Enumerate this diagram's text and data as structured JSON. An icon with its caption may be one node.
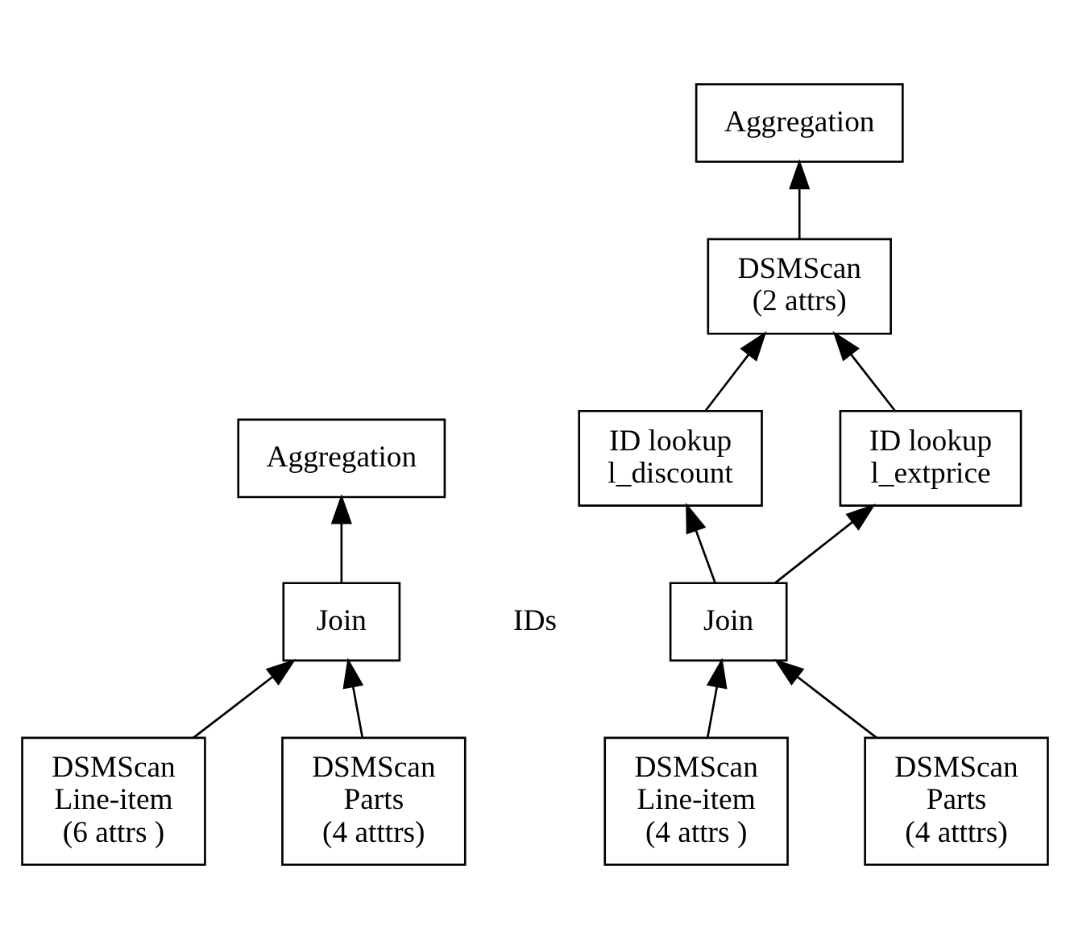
{
  "diagram": {
    "nodes": [
      {
        "text": [
          "Aggregation"
        ]
      },
      {
        "text": [
          "DSMScan",
          "(2 attrs)"
        ]
      },
      {
        "text": [
          "ID lookup",
          "l_extprice"
        ]
      },
      {
        "text": [
          "ID lookup",
          "l_discount"
        ]
      },
      {
        "text": [
          "Aggregation"
        ]
      },
      {
        "text": [
          "Join"
        ]
      },
      {
        "text": [
          "Join"
        ]
      },
      {
        "text": [
          "DSMScan",
          "Line-item",
          "(6 attrs )"
        ]
      },
      {
        "text": [
          "DSMScan",
          "Parts",
          "(4 atttrs)"
        ]
      },
      {
        "text": [
          "DSMScan",
          "Line-item",
          "(4 attrs )"
        ]
      },
      {
        "text": [
          "DSMScan",
          "Parts",
          "(4 atttrs)"
        ]
      }
    ],
    "edges": [
      {
        "from": 7,
        "to": 5,
        "arrow": "to"
      },
      {
        "from": 8,
        "to": 5,
        "arrow": "to"
      },
      {
        "from": 5,
        "to": 4,
        "arrow": "to"
      },
      {
        "from": 9,
        "to": 6,
        "arrow": "to"
      },
      {
        "from": 10,
        "to": 6,
        "arrow": "to"
      },
      {
        "from": 6,
        "to": 2,
        "arrow": "to"
      },
      {
        "from": 6,
        "to": 3,
        "arrow": "to"
      },
      {
        "from": 2,
        "to": 1,
        "arrow": "to"
      },
      {
        "from": 3,
        "to": 1,
        "arrow": "to"
      },
      {
        "from": 1,
        "to": 0,
        "arrow": "to"
      }
    ],
    "labels": [
      "IDs"
    ]
  }
}
